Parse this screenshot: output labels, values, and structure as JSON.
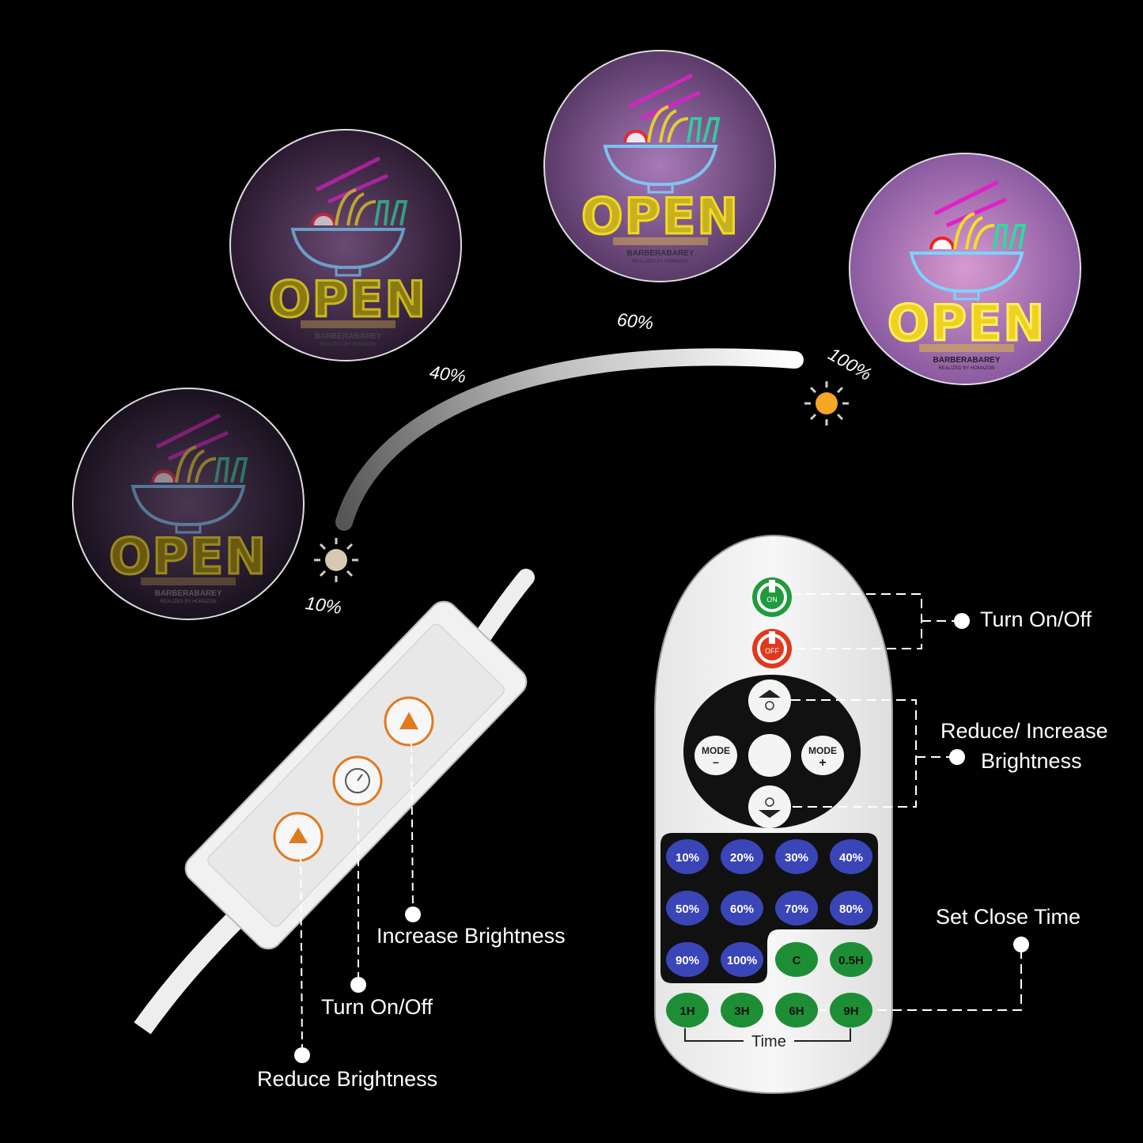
{
  "brightness_levels": [
    {
      "label": "10%",
      "level": 0.1
    },
    {
      "label": "40%",
      "level": 0.4
    },
    {
      "label": "60%",
      "level": 0.6
    },
    {
      "label": "100%",
      "level": 1.0
    }
  ],
  "sign": {
    "text": "OPEN",
    "brand": "BARBERABAREY",
    "brand_sub": "REALIZED BY HOMAZON"
  },
  "remote": {
    "on_label": "ON",
    "off_label": "OFF",
    "mode_minus": "MODE",
    "mode_plus": "MODE",
    "percent_buttons": [
      "10%",
      "20%",
      "30%",
      "40%",
      "50%",
      "60%",
      "70%",
      "80%",
      "90%",
      "100%"
    ],
    "timer_buttons_top": [
      "C",
      "0.5H"
    ],
    "timer_buttons_bottom": [
      "1H",
      "3H",
      "6H",
      "9H"
    ],
    "time_label": "Time"
  },
  "callouts": {
    "remote_power": "Turn On/Off",
    "remote_brightness_line1": "Reduce/ Increase",
    "remote_brightness_line2": "Brightness",
    "remote_timer": "Set Close Time",
    "controller_increase": "Increase Brightness",
    "controller_power": "Turn On/Off",
    "controller_reduce": "Reduce Brightness"
  },
  "colors": {
    "on_green": "#1f9a3c",
    "off_red": "#e0391f",
    "percent_blue": "#3a45b8",
    "timer_green": "#1e8e36",
    "sun_orange": "#f5a623",
    "controller_accent": "#e07a1f"
  }
}
